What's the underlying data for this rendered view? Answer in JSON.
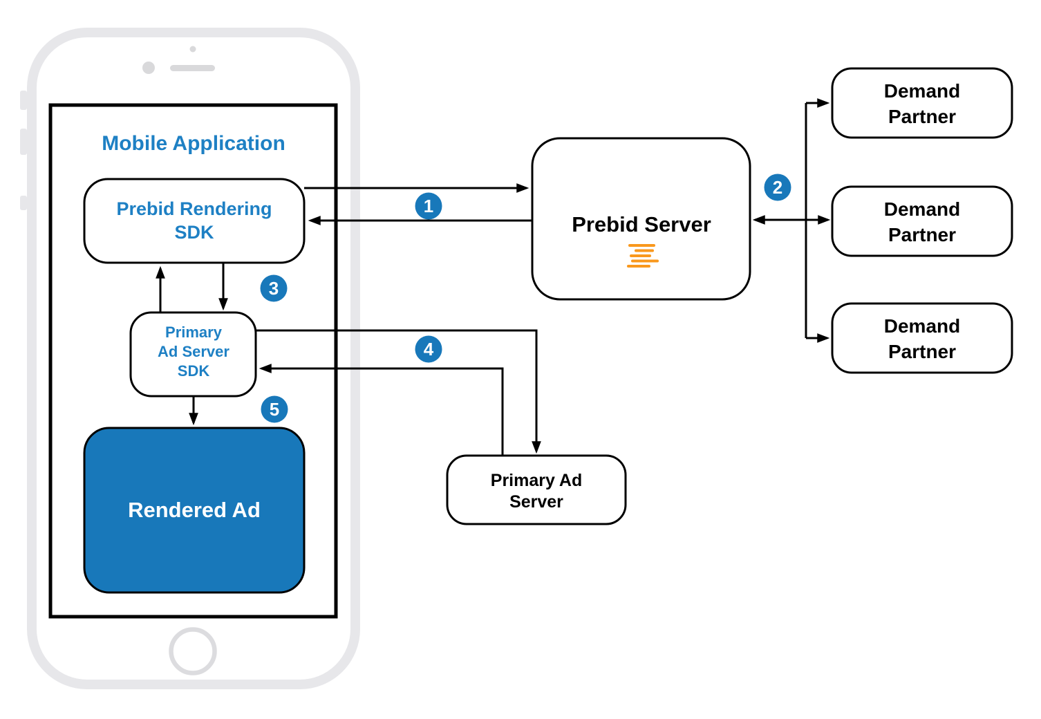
{
  "mobile_application": {
    "label": "Mobile Application"
  },
  "nodes": {
    "prebid_rendering_sdk": {
      "line1": "Prebid Rendering",
      "line2": "SDK"
    },
    "primary_ad_server_sdk": {
      "line1": "Primary",
      "line2": "Ad Server",
      "line3": "SDK"
    },
    "rendered_ad": {
      "label": "Rendered Ad"
    },
    "prebid_server": {
      "label": "Prebid Server"
    },
    "primary_ad_server": {
      "line1": "Primary Ad",
      "line2": "Server"
    },
    "demand_partner_top": {
      "line1": "Demand",
      "line2": "Partner"
    },
    "demand_partner_middle": {
      "line1": "Demand",
      "line2": "Partner"
    },
    "demand_partner_bottom": {
      "line1": "Demand",
      "line2": "Partner"
    }
  },
  "steps": {
    "s1": "1",
    "s2": "2",
    "s3": "3",
    "s4": "4",
    "s5": "5"
  },
  "icons": {
    "prebid_logo": "prebid-logo-lines"
  },
  "colors": {
    "accent_blue_text": "#1e80c4",
    "fill_blue": "#1878ba",
    "logo_orange": "#f9981d",
    "outline_black": "#000000",
    "phone_gray": "#e7e7ea",
    "phone_detail_gray": "#d9d9db"
  }
}
